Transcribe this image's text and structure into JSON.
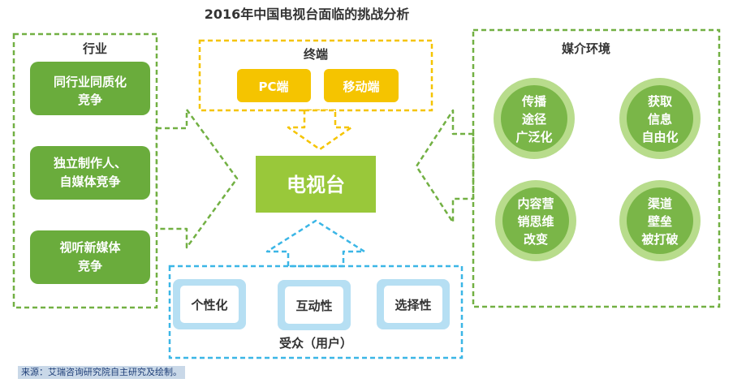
{
  "title": "2016年中国电视台面临的挑战分析",
  "center": {
    "label": "电视台"
  },
  "industry": {
    "label": "行业",
    "items": [
      {
        "lines": [
          "同行业同质化",
          "竞争"
        ]
      },
      {
        "lines": [
          "独立制作人、",
          "自媒体竞争"
        ]
      },
      {
        "lines": [
          "视听新媒体",
          "竞争"
        ]
      }
    ]
  },
  "terminal": {
    "label": "终端",
    "items": [
      {
        "label": "PC端"
      },
      {
        "label": "移动端"
      }
    ]
  },
  "audience": {
    "label": "受众（用户）",
    "items": [
      {
        "label": "个性化"
      },
      {
        "label": "互动性"
      },
      {
        "label": "选择性"
      }
    ]
  },
  "media": {
    "label": "媒介环境",
    "items": [
      {
        "lines": [
          "传播",
          "途径",
          "广泛化"
        ]
      },
      {
        "lines": [
          "获取",
          "信息",
          "自由化"
        ]
      },
      {
        "lines": [
          "内容营",
          "销思维",
          "改变"
        ]
      },
      {
        "lines": [
          "渠道",
          "壁垒",
          "被打破"
        ]
      }
    ]
  },
  "source": "来源：艾瑞咨询研究院自主研究及绘制。",
  "colors": {
    "green": "#6aac3c",
    "greenDash": "#72b043",
    "yellow": "#f5c400",
    "cyan": "#3bb6e6",
    "center": "#99c83a",
    "circleRing": "#b8dc8c",
    "circleFill": "#7ab648"
  }
}
